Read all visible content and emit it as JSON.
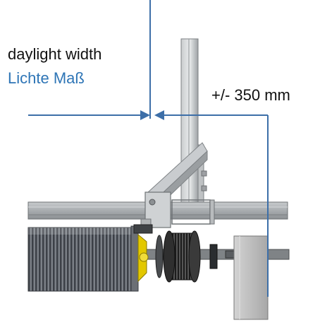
{
  "labels": {
    "english": "daylight width",
    "german": "Lichte Maß",
    "dimension": "+/- 350 mm"
  },
  "colors": {
    "accent_blue": "#2e75b6",
    "dimension_line": "#3d6fa8",
    "frame_steel": "#a9adb0",
    "spring": "#5a5f66",
    "cable_drum": "#2a2a2a",
    "yellow_part": "#e3c800",
    "bearing_plate": "#bcbcbc"
  }
}
